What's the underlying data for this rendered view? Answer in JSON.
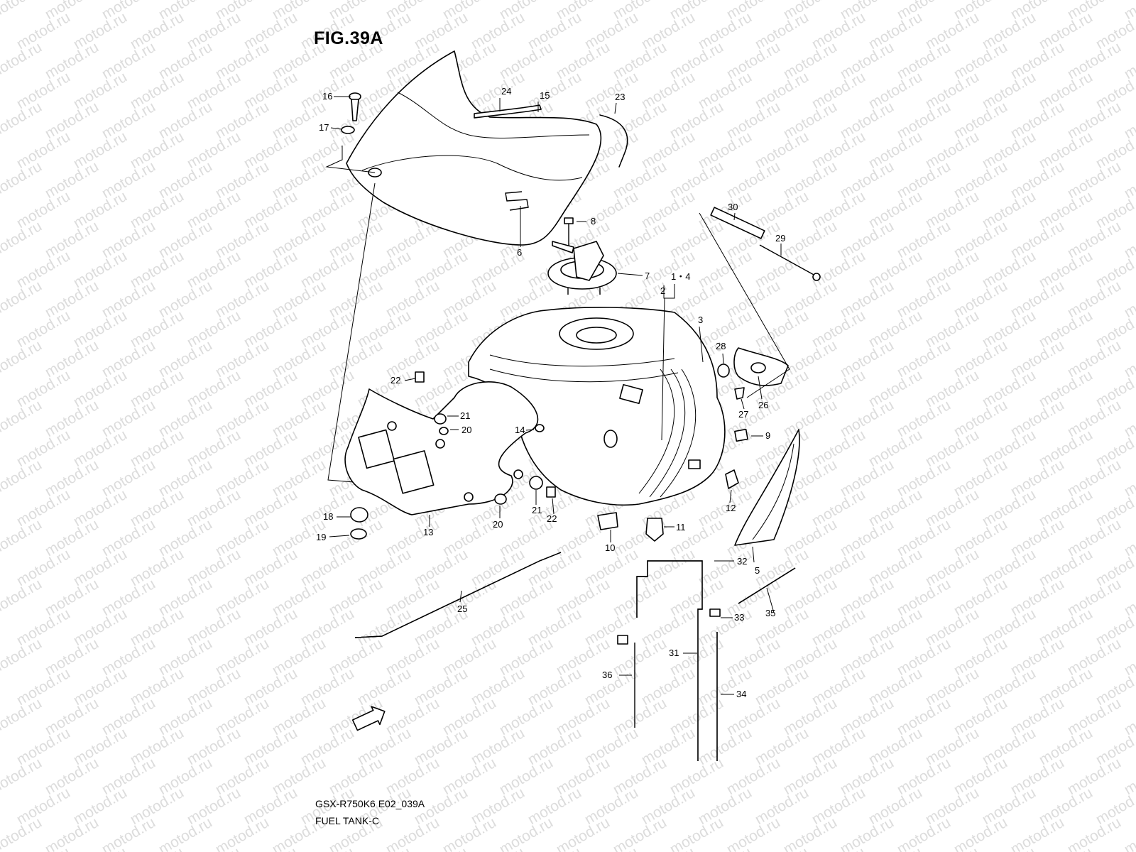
{
  "figure": {
    "title": "FIG.39A",
    "code": "GSX-R750K6 E02_039A",
    "name": "FUEL TANK-C",
    "watermark": "motod.ru",
    "fwd_label": "FWD"
  },
  "callouts": [
    "1・4",
    "2",
    "3",
    "5",
    "6",
    "7",
    "8",
    "9",
    "10",
    "11",
    "12",
    "13",
    "14",
    "15",
    "16",
    "17",
    "18",
    "19",
    "20",
    "20",
    "21",
    "21",
    "22",
    "22",
    "23",
    "24",
    "25",
    "26",
    "27",
    "28",
    "29",
    "30",
    "31",
    "32",
    "33",
    "34",
    "35",
    "36"
  ]
}
